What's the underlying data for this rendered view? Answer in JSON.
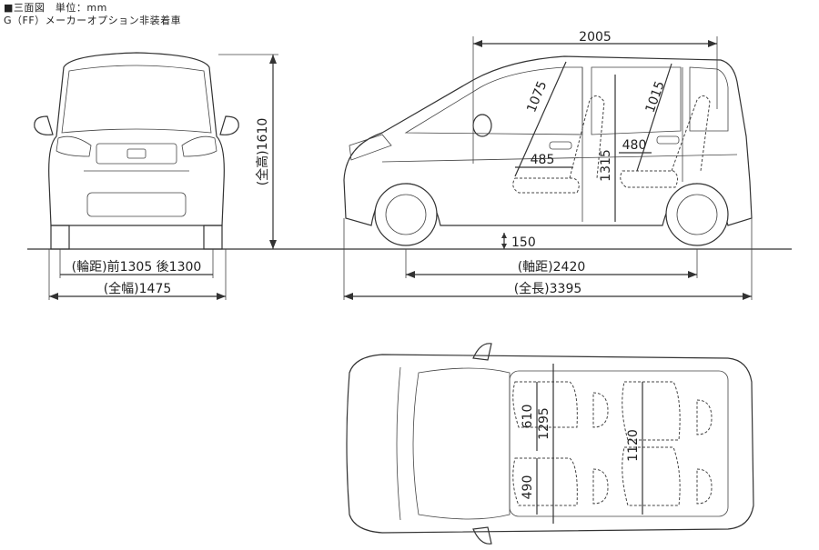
{
  "header": {
    "line1": "■三面図　単位：mm",
    "line2": "G（FF）メーカーオプション非装着車"
  },
  "front_view": {
    "height_label": "(全高)1610",
    "tread_label": "(輪距)前1305 後1300",
    "width_label": "(全幅)1475"
  },
  "side_view": {
    "interior_length": "2005",
    "front_headroom": "1075",
    "rear_headroom": "1015",
    "front_legroom": "485",
    "rear_legroom": "480",
    "interior_height": "1315",
    "ground_clearance": "150",
    "wheelbase_label": "(軸距)2420",
    "length_label": "(全長)3395"
  },
  "top_view": {
    "front_shoulder": "610",
    "front_hip": "1295",
    "rear_seat_width": "490",
    "interior_width": "1120"
  }
}
